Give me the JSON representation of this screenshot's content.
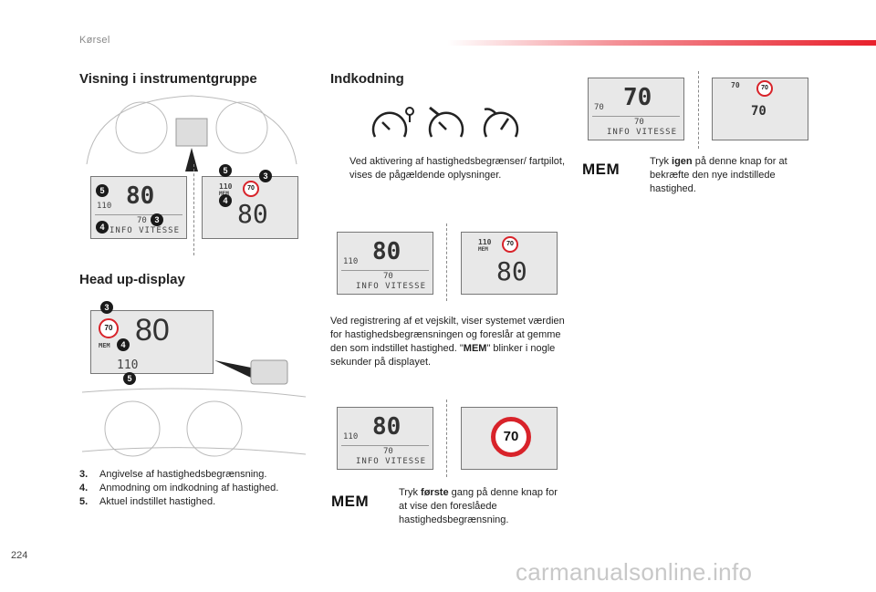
{
  "header": {
    "section": "Kørsel"
  },
  "col1": {
    "title": "Visning i instrumentgruppe",
    "title2": "Head up-display",
    "cluster_lcd": {
      "speed": "80",
      "set": "110",
      "info": "INFO VITESSE",
      "limit": "70"
    },
    "cluster_zoom": {
      "setspeed": "110",
      "mem": "MEM",
      "sign": "70",
      "speed": "80"
    },
    "hud": {
      "sign": "70",
      "speed": "80",
      "mem": "MEM",
      "set": "110"
    },
    "callouts": {
      "c3": "3",
      "c4": "4",
      "c5": "5"
    },
    "legend": [
      {
        "num": "3.",
        "text": "Angivelse af hastighedsbegrænsning."
      },
      {
        "num": "4.",
        "text": "Anmodning om indkodning af hastighed."
      },
      {
        "num": "5.",
        "text": "Aktuel indstillet hastighed."
      }
    ]
  },
  "col2": {
    "title": "Indkodning",
    "para1_bullet": "",
    "para1": "Ved aktivering af hastighedsbegrænser/ fartpilot, vises de pågældende oplysninger.",
    "lcd": {
      "speed": "80",
      "set": "110",
      "info": "INFO VITESSE",
      "limit": "70"
    },
    "zoom2": {
      "setspeed": "110",
      "mem": "MEM",
      "sign": "70",
      "speed": "80"
    },
    "para2": "Ved registrering af et vejskilt, viser systemet værdien for hastighedsbegrænsningen og foreslår at gemme den som indstillet hastighed.",
    "para2b_pre": "\"",
    "para2b_bold": "MEM",
    "para2b_post": "\" blinker i nogle sekunder på displayet.",
    "sign3": "70",
    "mem_label": "MEM",
    "para3_pre": "Tryk ",
    "para3_bold": "første",
    "para3_post": " gang på denne knap for at vise den foreslåede hastighedsbegrænsning."
  },
  "col3": {
    "lcd": {
      "speed": "70",
      "set": "70",
      "info": "INFO VITESSE",
      "limit": "70"
    },
    "zoom": {
      "setspeed": "70",
      "sign": "70",
      "speed": "70"
    },
    "mem_label": "MEM",
    "para_pre": "Tryk ",
    "para_bold": "igen",
    "para_post": " på denne knap for at bekræfte den nye indstillede hastighed."
  },
  "footer": {
    "page": "224",
    "watermark": "carmanualsonline.info"
  },
  "colors": {
    "accent": "#e8202c",
    "sign_red": "#d8232a"
  }
}
